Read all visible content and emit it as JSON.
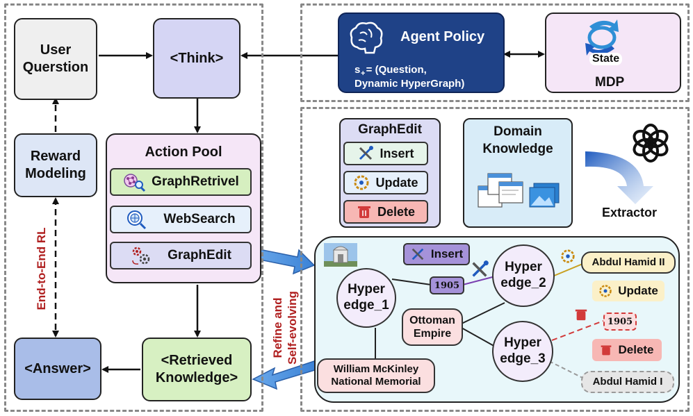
{
  "left_panel": {
    "user_question": "User\nQuerstion",
    "think": "<Think>",
    "reward_modeling": "Reward\nModeling",
    "action_pool": {
      "title": "Action Pool",
      "items": [
        "GraphRetrivel",
        "WebSearch",
        "GraphEdit"
      ]
    },
    "answer": "<Answer>",
    "retrieved_knowledge": "<Retrieved\nKnowledge>",
    "rl_label": "End-to-End RL",
    "refine_label": "Refine and\nSelf-evolving"
  },
  "top_right": {
    "agent_policy": "Agent Policy",
    "state_formula_line1": "s  = (Question,",
    "state_subscript": "+",
    "state_formula_line2": "Dynamic HyperGraph)",
    "state_badge": "State",
    "mdp": "MDP"
  },
  "bottom_right": {
    "graph_edit": {
      "title": "GraphEdit",
      "insert": "Insert",
      "update": "Update",
      "delete": "Delete"
    },
    "domain_knowledge": "Domain\nKnowledge",
    "extractor": "Extractor",
    "hypergraph": {
      "insert_tag": "Insert",
      "update_tag": "Update",
      "delete_tag": "Delete",
      "hyperedge_1": "Hyper\nedge_1",
      "hyperedge_2": "Hyper\nedge_2",
      "hyperedge_3": "Hyper\nedge_3",
      "year_inserted": "1905",
      "year_deleted": "1905",
      "ottoman": "Ottoman\nEmpire",
      "mckinley": "William McKinley\nNational Memorial",
      "abdul_hamid_ii": "Abdul Hamid II",
      "abdul_hamid_i": "Abdul Hamid I"
    }
  },
  "colors": {
    "agent_policy_bg": "#1f4287",
    "think_bg": "#d5d5f4",
    "action_pool_bg": "#f5e6f7",
    "retrieved_bg": "#d7f0c2",
    "answer_bg": "#a9bde8",
    "reward_bg": "#dde6f6",
    "user_bg": "#efefef",
    "hypergraph_bg": "#e8f7fa",
    "rl_label": "#b02020"
  }
}
